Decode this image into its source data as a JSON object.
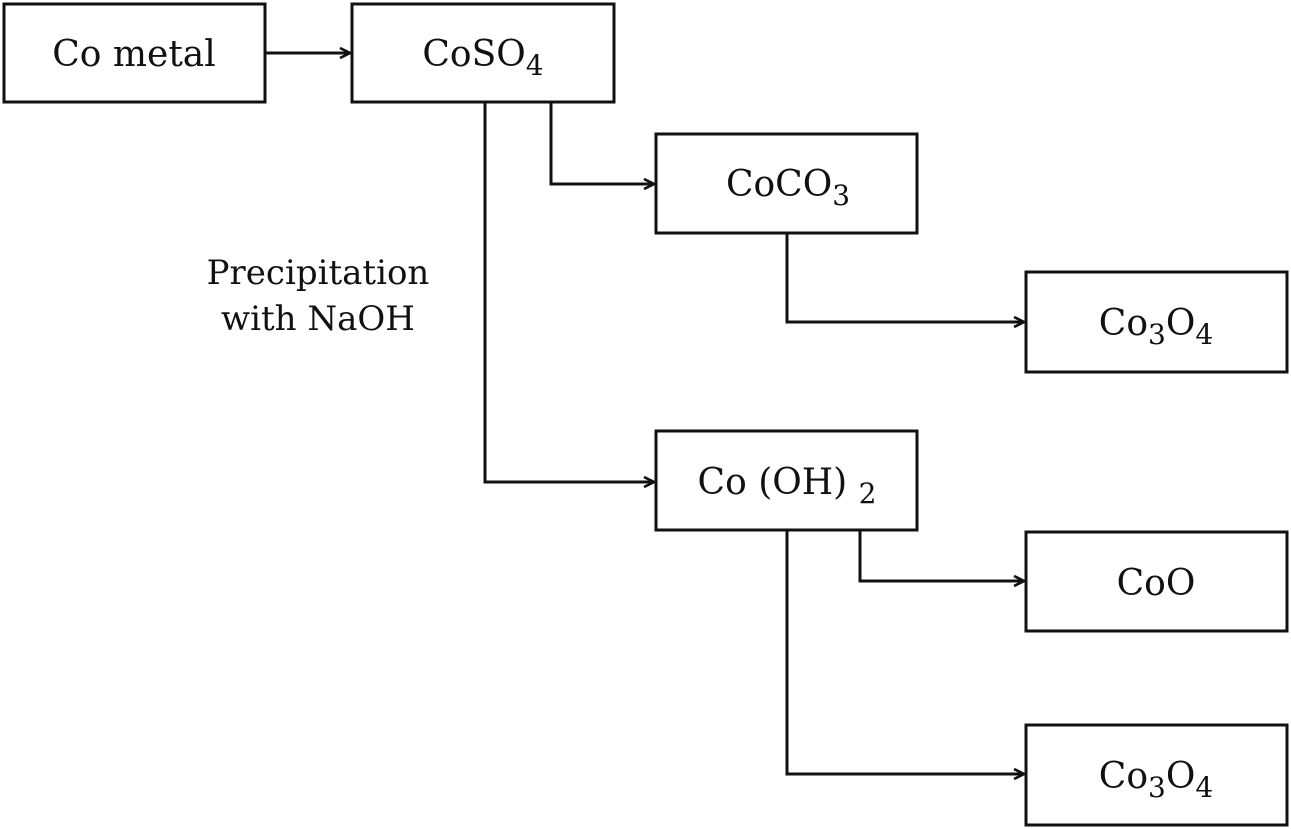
{
  "nodes": {
    "co_metal": {
      "parts": [
        {
          "t": "Co metal"
        }
      ]
    },
    "coso4": {
      "parts": [
        {
          "t": "CoSO"
        },
        {
          "t": "4",
          "sub": true
        }
      ]
    },
    "coco3": {
      "parts": [
        {
          "t": "CoCO"
        },
        {
          "t": "3",
          "sub": true
        }
      ]
    },
    "co3o4_top": {
      "parts": [
        {
          "t": "Co"
        },
        {
          "t": "3",
          "sub": true
        },
        {
          "t": "O"
        },
        {
          "t": "4",
          "sub": true
        }
      ]
    },
    "cooh2": {
      "parts": [
        {
          "t": "Co (OH) "
        },
        {
          "t": "2",
          "sub": true
        }
      ]
    },
    "coo": {
      "parts": [
        {
          "t": "CoO"
        }
      ]
    },
    "co3o4_bottom": {
      "parts": [
        {
          "t": "Co"
        },
        {
          "t": "3",
          "sub": true
        },
        {
          "t": "O"
        },
        {
          "t": "4",
          "sub": true
        }
      ]
    }
  },
  "edge_label": {
    "line1": "Precipitation",
    "line2": "with NaOH"
  }
}
